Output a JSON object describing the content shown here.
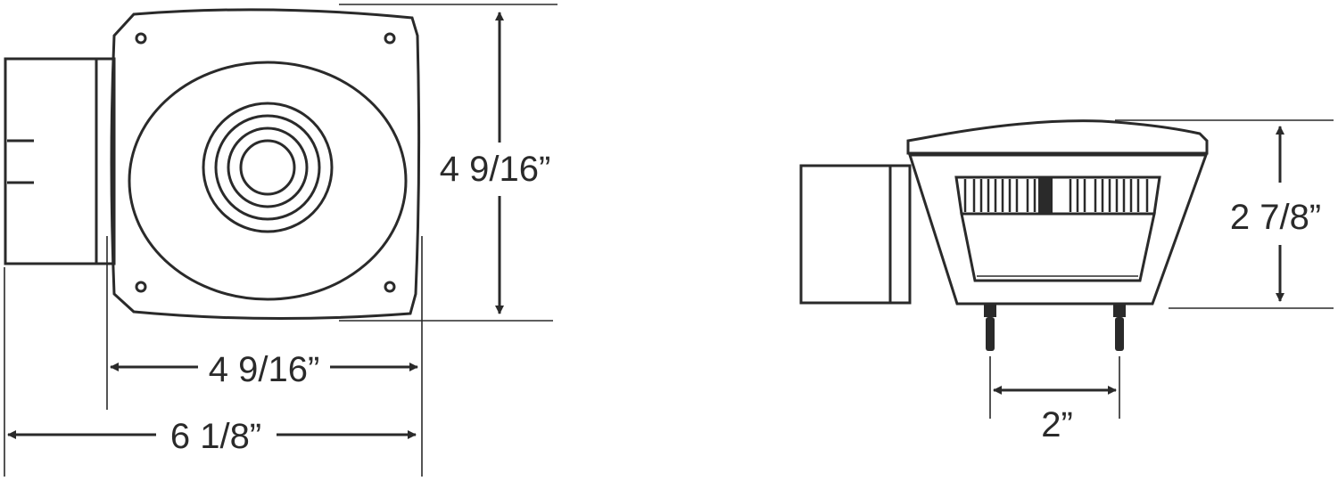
{
  "front_view": {
    "height_label": "4 9/16”",
    "width_label": "4 9/16”",
    "overall_width_label": "6 1/8”"
  },
  "side_view": {
    "height_label": "2 7/8”",
    "stud_spacing_label": "2”"
  },
  "colors": {
    "line": "#2a2a2a",
    "background": "#ffffff"
  }
}
